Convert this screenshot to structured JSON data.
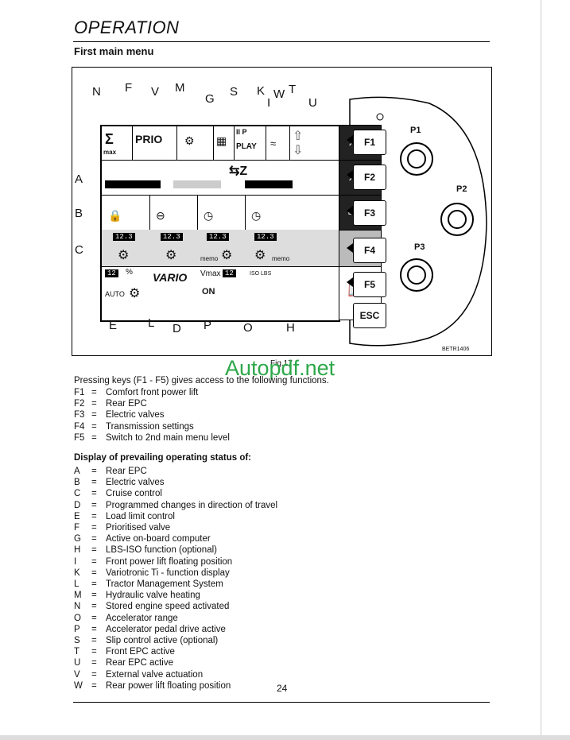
{
  "header": {
    "title": "OPERATION",
    "section": "First main menu"
  },
  "figure": {
    "caption": "Fig.17",
    "code": "BETR1406",
    "watermark": "Autopdf.net",
    "callouts_top": [
      "N",
      "F",
      "V",
      "M",
      "G",
      "S",
      "K",
      "I",
      "W",
      "T",
      "U"
    ],
    "callouts_left": [
      "A",
      "B",
      "C"
    ],
    "callouts_bottom": [
      "E",
      "L",
      "D",
      "P",
      "O",
      "H"
    ],
    "keys": [
      "F1",
      "F2",
      "F3",
      "F4",
      "F5",
      "ESC"
    ],
    "pots": [
      "P1",
      "P2",
      "P3"
    ],
    "lcd": {
      "prio": "PRIO",
      "max": "max",
      "play": "PLAY",
      "pause": "II P",
      "num1": "12.3",
      "num2": "12.3",
      "num3": "12.3",
      "num4": "12.3",
      "percent_val": "12",
      "percent_sign": "%",
      "auto": "AUTO",
      "memo1": "memo",
      "memo2": "memo",
      "vmax": "Vmax",
      "vmax_val": "12",
      "on": "ON",
      "iso": "ISO LBS",
      "vario": "VARIO"
    }
  },
  "intro": "Pressing keys (F1 - F5) gives access to the following functions.",
  "functions": [
    {
      "key": "F1",
      "text": "Comfort front power lift"
    },
    {
      "key": "F2",
      "text": "Rear EPC"
    },
    {
      "key": "F3",
      "text": "Electric valves"
    },
    {
      "key": "F4",
      "text": "Transmission settings"
    },
    {
      "key": "F5",
      "text": "Switch to 2nd main menu level"
    }
  ],
  "display_heading": "Display of prevailing operating status of:",
  "display_items": [
    {
      "key": "A",
      "text": "Rear EPC"
    },
    {
      "key": "B",
      "text": "Electric valves"
    },
    {
      "key": "C",
      "text": "Cruise control"
    },
    {
      "key": "D",
      "text": "Programmed changes in direction of travel"
    },
    {
      "key": "E",
      "text": "Load limit control"
    },
    {
      "key": "F",
      "text": "Prioritised valve"
    },
    {
      "key": "G",
      "text": "Active on-board computer"
    },
    {
      "key": "H",
      "text": "LBS-ISO function (optional)"
    },
    {
      "key": "I",
      "text": "Front power lift floating position"
    },
    {
      "key": "K",
      "text": "Variotronic Ti - function display"
    },
    {
      "key": "L",
      "text": "Tractor Management System"
    },
    {
      "key": "M",
      "text": "Hydraulic valve heating"
    },
    {
      "key": "N",
      "text": "Stored engine speed activated"
    },
    {
      "key": "O",
      "text": "Accelerator range"
    },
    {
      "key": "P",
      "text": "Accelerator pedal drive active"
    },
    {
      "key": "S",
      "text": "Slip control active (optional)"
    },
    {
      "key": "T",
      "text": "Front EPC active"
    },
    {
      "key": "U",
      "text": "Rear EPC active"
    },
    {
      "key": "V",
      "text": "External valve actuation"
    },
    {
      "key": "W",
      "text": "Rear power lift floating position"
    }
  ],
  "eq": "=",
  "page_number": "24"
}
